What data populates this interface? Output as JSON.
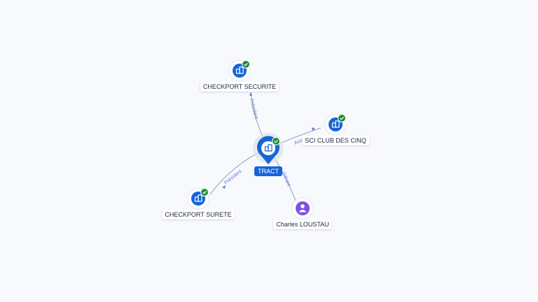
{
  "colors": {
    "background": "#f8f9fc",
    "company_blue": "#1565d8",
    "check_green": "#1e8e3e",
    "person_purple": "#7b52e6",
    "edge": "#7a869e",
    "edge_label": "#5b7fd6"
  },
  "center": {
    "label": "TRACT",
    "icon": "building-icon",
    "status_icon": "check-icon"
  },
  "nodes": [
    {
      "id": "checkport-securite",
      "label": "CHECKPORT SECURITE",
      "icon": "building-icon",
      "status_icon": "check-icon"
    },
    {
      "id": "sci-club-des-cinq",
      "label": "SCI CLUB DES CINQ",
      "icon": "building-icon",
      "status_icon": "check-icon"
    },
    {
      "id": "checkport-surete",
      "label": "CHECKPORT SURETE",
      "icon": "building-icon",
      "status_icon": "check-icon"
    },
    {
      "id": "charles-loustau",
      "label": "Charles LOUSTAU",
      "icon": "person-icon"
    }
  ],
  "edges": [
    {
      "to": "checkport-securite",
      "label": "Président"
    },
    {
      "to": "sci-club-des-cinq",
      "label": "Associé"
    },
    {
      "to": "checkport-surete",
      "label": "Président"
    },
    {
      "to": "charles-loustau",
      "label": "Gérant"
    }
  ]
}
